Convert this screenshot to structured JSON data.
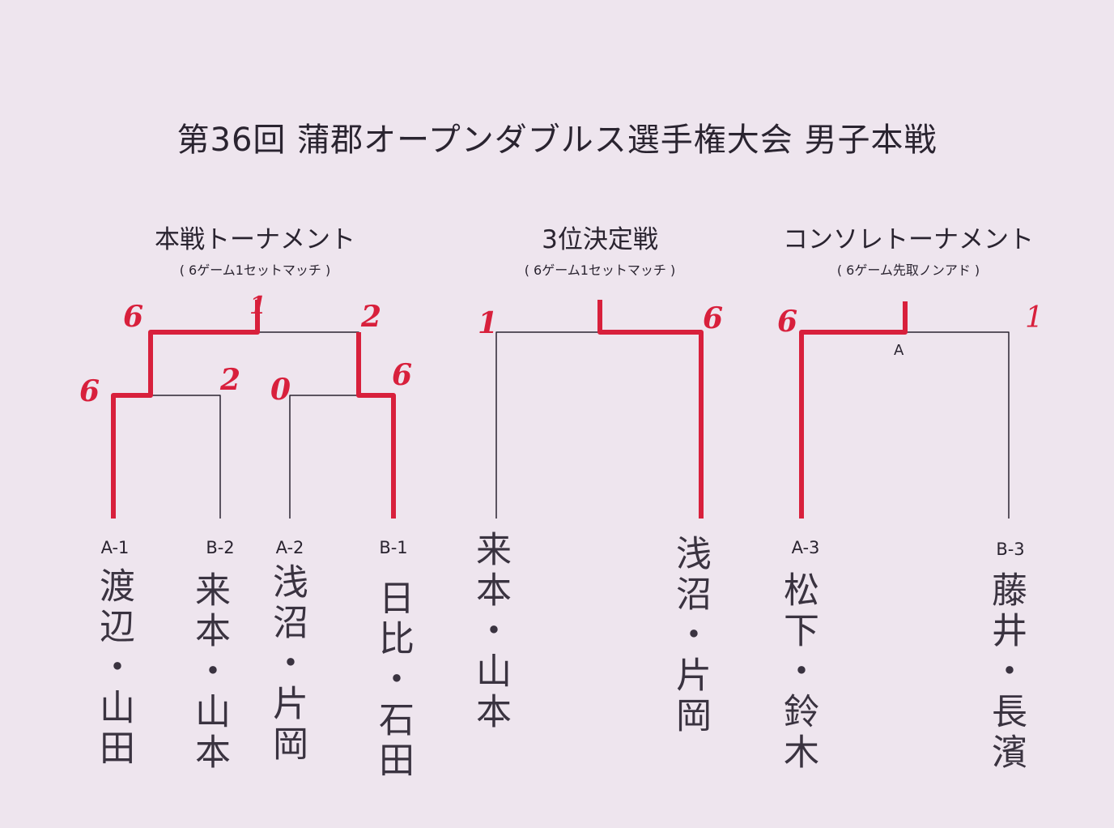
{
  "title": "第36回 蒲郡オープンダブルス選手権大会 男子本戦",
  "sections": [
    {
      "heading": "本戦トーナメント",
      "subtitle": "( 6ゲーム1セットマッチ )"
    },
    {
      "heading": "3位決定戦",
      "subtitle": "( 6ゲーム1セットマッチ )"
    },
    {
      "heading": "コンソレトーナメント",
      "subtitle": "( 6ゲーム先取ノンアド )"
    }
  ],
  "main": {
    "teams": [
      {
        "seed": "A-1",
        "name": "渡辺・山田"
      },
      {
        "seed": "B-2",
        "name": "来本・山本"
      },
      {
        "seed": "A-2",
        "name": "浅沼・片岡"
      },
      {
        "seed": "B-1",
        "name": "日比・石田"
      }
    ],
    "scores": {
      "sf1_a1": "6",
      "sf1_b2": "2",
      "sf2_a2": "0",
      "sf2_b1": "6",
      "final_left": "6",
      "final_right": "2",
      "final_mark": "1"
    }
  },
  "third": {
    "teams": [
      {
        "name": "来本・山本"
      },
      {
        "name": "浅沼・片岡"
      }
    ],
    "scores": {
      "left": "1",
      "right": "6"
    }
  },
  "consolation": {
    "teams": [
      {
        "seed": "A-3",
        "name": "松下・鈴木"
      },
      {
        "seed": "B-3",
        "name": "藤井・長濱"
      }
    ],
    "scores": {
      "left": "6",
      "right": "1"
    },
    "note": "A"
  },
  "colors": {
    "paper": "#eee5ee",
    "line": "#2a2430",
    "winner": "#d8203c"
  }
}
